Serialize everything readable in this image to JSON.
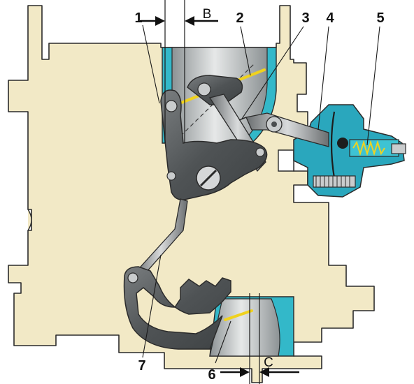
{
  "diagram": {
    "callouts": [
      {
        "id": "1",
        "label": "1"
      },
      {
        "id": "2",
        "label": "2"
      },
      {
        "id": "3",
        "label": "3"
      },
      {
        "id": "4",
        "label": "4"
      },
      {
        "id": "5",
        "label": "5"
      },
      {
        "id": "6",
        "label": "6"
      },
      {
        "id": "7",
        "label": "7"
      }
    ],
    "section_marks": {
      "top": "В",
      "bottom": "С"
    },
    "colors": {
      "housing": "#f2e9c6",
      "outline": "#2b2b2b",
      "bore_cyan": "#33b8c9",
      "metal_dark": "#5a5d5f",
      "metal_light": "#c9cccd",
      "throttle_plate": "#f0d21e",
      "diaphragm": "#2aa7bd"
    }
  }
}
